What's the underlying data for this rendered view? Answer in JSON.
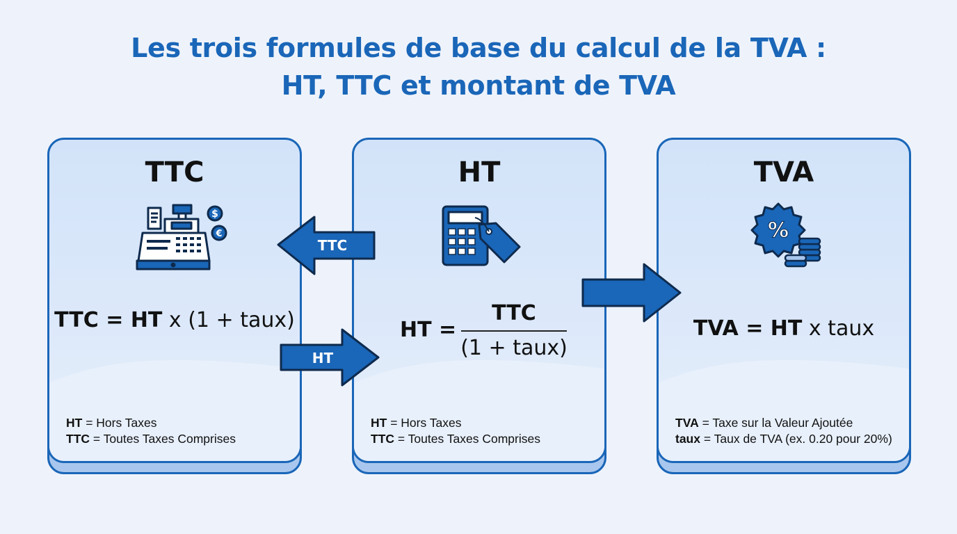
{
  "title": {
    "line1": "Les trois formules de base du calcul de la TVA :",
    "line2": "HT, TTC et montant de TVA"
  },
  "colors": {
    "accent": "#1a66b8",
    "card_fill": "#d2e3f9",
    "background": "#eef3fb"
  },
  "cards": {
    "ttc": {
      "heading": "TTC",
      "icon": "cash-register-icon",
      "formula": {
        "lhs": "TTC = HT",
        "rhs": " x (1 + taux)"
      },
      "legend": [
        {
          "term": "HT",
          "definition": " = Hors Taxes"
        },
        {
          "term": "TTC",
          "definition": " = Toutes Taxes Comprises"
        }
      ]
    },
    "ht": {
      "heading": "HT",
      "icon": "calculator-price-tag-icon",
      "formula": {
        "lhs": "HT =",
        "numerator": "TTC",
        "denominator": "(1 + taux)"
      },
      "legend": [
        {
          "term": "HT",
          "definition": " = Hors Taxes"
        },
        {
          "term": "TTC",
          "definition": " = Toutes Taxes Comprises"
        }
      ]
    },
    "tva": {
      "heading": "TVA",
      "icon": "percent-badge-coins-icon",
      "formula": {
        "lhs": "TVA = HT",
        "rhs": " x taux"
      },
      "legend": [
        {
          "term": "TVA",
          "definition": " = Taxe sur la Valeur Ajoutée"
        },
        {
          "term": "taux",
          "definition": " = Taux de TVA (ex. 0.20 pour 20%)"
        }
      ]
    }
  },
  "arrows": {
    "to_ttc": "TTC",
    "to_ht": "HT"
  }
}
